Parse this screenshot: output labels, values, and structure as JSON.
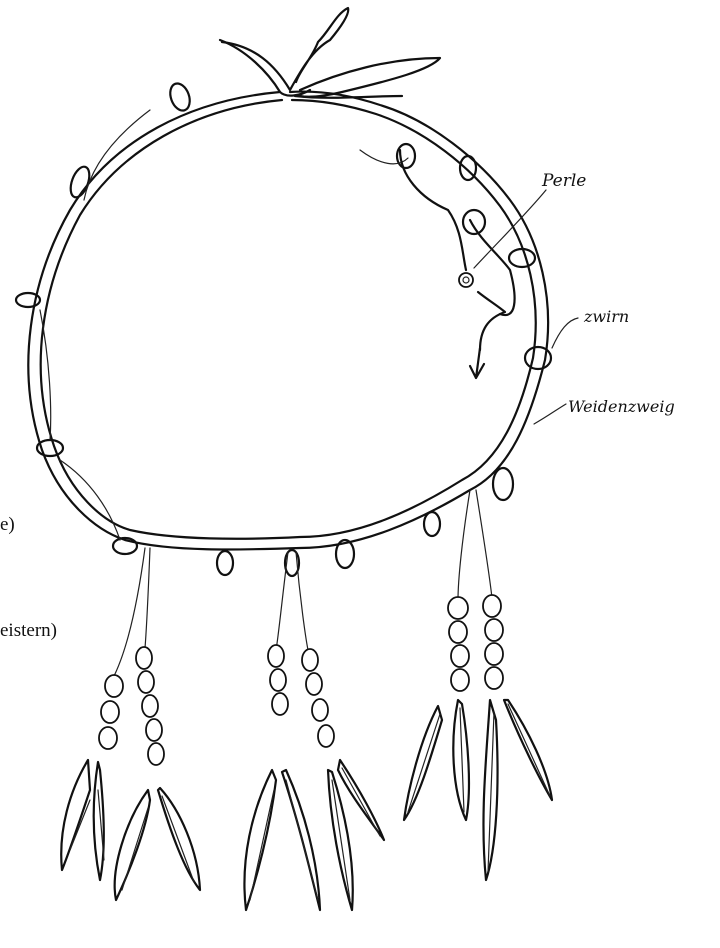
{
  "labels": {
    "perle": "Perle",
    "zwirn": "zwirn",
    "weidenzweig": "Weidenzweig"
  },
  "edge_text": {
    "line1": "e)",
    "line2": "eistern)"
  }
}
